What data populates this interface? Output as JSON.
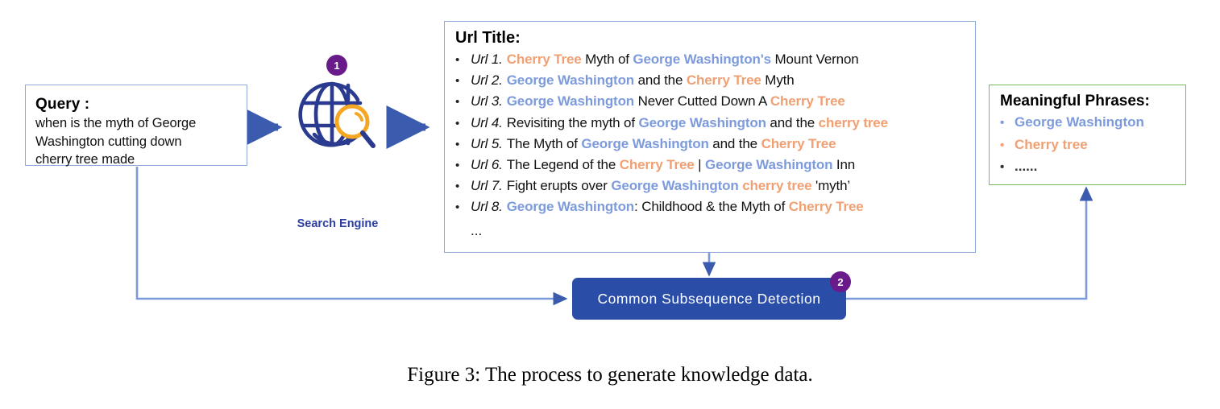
{
  "query": {
    "title": "Query :",
    "lines": [
      "when is the myth of George",
      "Washington cutting down",
      "cherry tree made"
    ]
  },
  "search_engine": {
    "label": "Search Engine",
    "icon": "globe-magnifier-icon",
    "step_badge": "1"
  },
  "url_panel": {
    "title": "Url Title:",
    "bullet": "•",
    "ellipsis": "...",
    "items": [
      {
        "num": "Url 1.",
        "parts": [
          {
            "t": "Cherry Tree",
            "c": "ct"
          },
          {
            "t": " Myth of ",
            "c": "pl"
          },
          {
            "t": "George Washington's",
            "c": "gw"
          },
          {
            "t": " Mount Vernon",
            "c": "pl"
          }
        ]
      },
      {
        "num": "Url 2.",
        "parts": [
          {
            "t": "George Washington",
            "c": "gw"
          },
          {
            "t": " and the ",
            "c": "pl"
          },
          {
            "t": "Cherry Tree",
            "c": "ct"
          },
          {
            "t": " Myth",
            "c": "pl"
          }
        ]
      },
      {
        "num": "Url 3.",
        "parts": [
          {
            "t": "George Washington",
            "c": "gw"
          },
          {
            "t": " Never Cutted Down A ",
            "c": "pl"
          },
          {
            "t": "Cherry Tree",
            "c": "ct"
          }
        ]
      },
      {
        "num": "Url 4.",
        "parts": [
          {
            "t": "Revisiting the myth of ",
            "c": "pl"
          },
          {
            "t": "George Washington",
            "c": "gw"
          },
          {
            "t": " and the ",
            "c": "pl"
          },
          {
            "t": "cherry tree",
            "c": "ct"
          }
        ]
      },
      {
        "num": "Url 5.",
        "parts": [
          {
            "t": "The Myth of ",
            "c": "pl"
          },
          {
            "t": "George Washington",
            "c": "gw"
          },
          {
            "t": " and the ",
            "c": "pl"
          },
          {
            "t": "Cherry Tree",
            "c": "ct"
          }
        ]
      },
      {
        "num": "Url 6.",
        "parts": [
          {
            "t": "The Legend of the ",
            "c": "pl"
          },
          {
            "t": "Cherry Tree",
            "c": "ct"
          },
          {
            "t": " | ",
            "c": "pl"
          },
          {
            "t": "George Washington",
            "c": "gw"
          },
          {
            "t": " Inn",
            "c": "pl"
          }
        ]
      },
      {
        "num": "Url 7.",
        "parts": [
          {
            "t": "Fight erupts over ",
            "c": "pl"
          },
          {
            "t": "George Washington",
            "c": "gw"
          },
          {
            "t": " ",
            "c": "pl"
          },
          {
            "t": "cherry tree",
            "c": "ct"
          },
          {
            "t": " 'myth’",
            "c": "pl"
          }
        ]
      },
      {
        "num": "Url 8.",
        "parts": [
          {
            "t": "George Washington",
            "c": "gw"
          },
          {
            "t": ": Childhood & the Myth of ",
            "c": "pl"
          },
          {
            "t": "Cherry Tree",
            "c": "ct"
          }
        ]
      }
    ]
  },
  "phrases_panel": {
    "title": "Meaningful Phrases:",
    "bullet": "•",
    "items": [
      {
        "text": "George Washington",
        "color": "#7D9BDC"
      },
      {
        "text": "Cherry tree",
        "color": "#F0A072"
      },
      {
        "text": "......",
        "color": "#333333"
      }
    ]
  },
  "detection": {
    "label": "Common Subsequence Detection",
    "step_badge": "2"
  },
  "caption": "Figure 3: The process to generate knowledge data.",
  "colors": {
    "george_washington": "#7D9BDC",
    "cherry_tree": "#F0A072",
    "arrow_blue": "#3A5BAE",
    "connector_blue": "#7D9BDC",
    "badge_purple": "#6A1B8A",
    "button_blue": "#2A4DA8",
    "box_border_blue": "#8FA9DB",
    "box_border_green": "#7DBB5A",
    "globe_navy": "#2A3A8F",
    "magnifier_orange": "#F5A623"
  }
}
